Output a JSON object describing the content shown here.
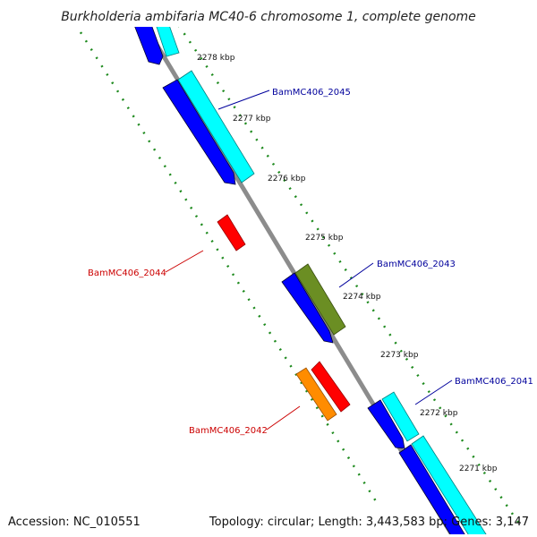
{
  "title": "Burkholderia ambifaria MC40-6 chromosome 1, complete genome",
  "footer": {
    "accession": "Accession: NC_010551",
    "summary": "Topology: circular; Length: 3,443,583 bp; Genes: 3,147"
  },
  "colors": {
    "backbone": "#8c8c8c",
    "tick_dots": "#1e8a1e",
    "forward_cds": "#00ffff",
    "forward_cds_alt": "#6b8e23",
    "reverse_cds": "#0000ff",
    "reverse_rna": "#ff0000",
    "reverse_rna_alt": "#ff8c00",
    "label_forward": "#00009c",
    "label_reverse": "#cc0000"
  },
  "ticks": [
    {
      "label": "2278 kbp"
    },
    {
      "label": "2277 kbp"
    },
    {
      "label": "2276 kbp"
    },
    {
      "label": "2275 kbp"
    },
    {
      "label": "2274 kbp"
    },
    {
      "label": "2273 kbp"
    },
    {
      "label": "2272 kbp"
    },
    {
      "label": "2271 kbp"
    }
  ],
  "genes": [
    {
      "id": "BamMC406_2045",
      "label": "BamMC406_2045"
    },
    {
      "id": "BamMC406_2044",
      "label": "BamMC406_2044"
    },
    {
      "id": "BamMC406_2043",
      "label": "BamMC406_2043"
    },
    {
      "id": "BamMC406_2042",
      "label": "BamMC406_2042"
    },
    {
      "id": "BamMC406_2041",
      "label": "BamMC406_2041"
    }
  ]
}
